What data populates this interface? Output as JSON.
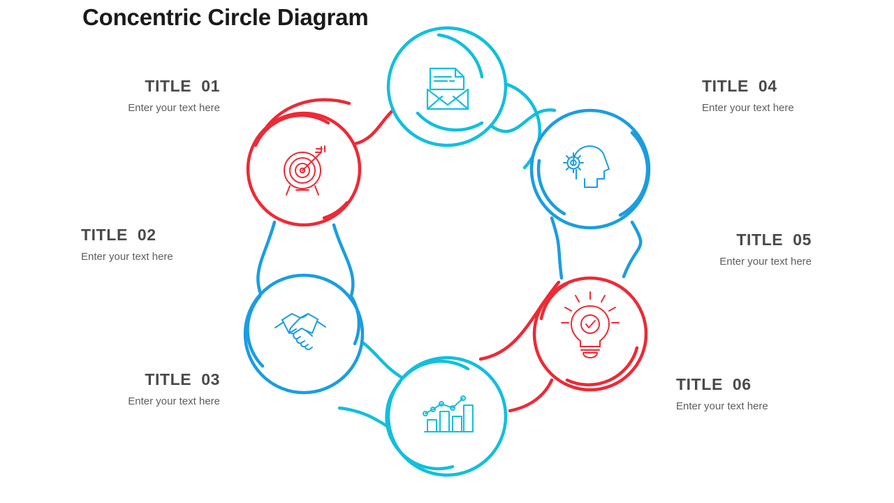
{
  "page": {
    "title": "Concentric Circle Diagram",
    "background_color": "#ffffff"
  },
  "colors": {
    "cyan": "#12BFDC",
    "blue": "#1B9DE0",
    "red": "#ED2A35",
    "title_text": "#1a1a1a",
    "label_title_text": "#4a4a4a",
    "label_sub_text": "#5d5d5d"
  },
  "nodes": [
    {
      "id": "node-01",
      "title": "TITLE  01",
      "subtitle": "Enter your text here",
      "icon": "envelope-document-icon",
      "color": "#12BFDC",
      "position": "top",
      "label_align": "right"
    },
    {
      "id": "node-02",
      "title": "TITLE  02",
      "subtitle": "Enter your text here",
      "icon": "target-arrow-icon",
      "color": "#ED2A35",
      "position": "upper-left",
      "label_align": "left"
    },
    {
      "id": "node-03",
      "title": "TITLE  03",
      "subtitle": "Enter your text here",
      "icon": "handshake-icon",
      "color": "#1B9DE0",
      "position": "lower-left",
      "label_align": "right"
    },
    {
      "id": "node-04",
      "title": "TITLE  04",
      "subtitle": "Enter your text here",
      "icon": "head-gear-icon",
      "color": "#1B9DE0",
      "position": "upper-right",
      "label_align": "left"
    },
    {
      "id": "node-05",
      "title": "TITLE  05",
      "subtitle": "Enter your text here",
      "icon": "lightbulb-check-icon",
      "color": "#ED2A35",
      "position": "lower-right",
      "label_align": "right"
    },
    {
      "id": "node-06",
      "title": "TITLE  06",
      "subtitle": "Enter your text here",
      "icon": "bar-chart-growth-icon",
      "color": "#12BFDC",
      "position": "bottom",
      "label_align": "left"
    }
  ]
}
